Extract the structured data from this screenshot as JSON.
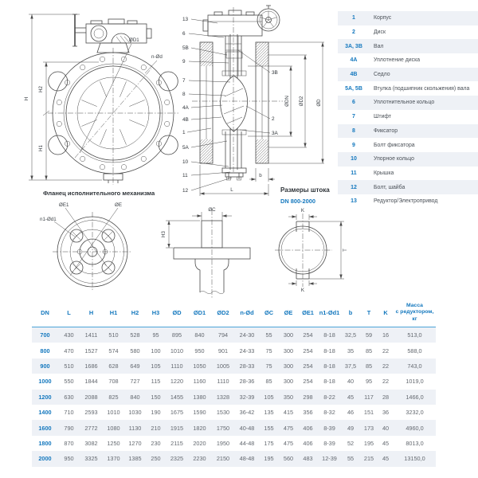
{
  "colors": {
    "accent_blue": "#1478be",
    "row_alt_bg": "#eef1f6",
    "header_underline": "#4aa4d8",
    "cell_text": "#63686f",
    "line": "#4a4a4a"
  },
  "front_view": {
    "dims": {
      "h": "H",
      "h1": "H1",
      "h2": "H2"
    },
    "labels": {
      "d1": "ØD1",
      "nd": "n-Ød"
    }
  },
  "section_view": {
    "callouts_left": [
      "13",
      "6",
      "5В",
      "9",
      "7",
      "8",
      "4А",
      "4В",
      "1",
      "5А",
      "10",
      "11",
      "12"
    ],
    "callouts_right": [
      "3В",
      "2",
      "3А"
    ],
    "dims": {
      "dn": "ØDN",
      "d2": "ØD2",
      "d": "ØD",
      "b": "b",
      "l": "L"
    }
  },
  "actuator_flange": {
    "title": "Фланец исполнительного механизма",
    "labels": {
      "e1": "ØE1",
      "e": "ØE",
      "n1d1": "n1-Ød1"
    }
  },
  "stem": {
    "heading": "Размеры штока",
    "range": "DN 800-2000",
    "labels": {
      "c": "ØC",
      "h3": "H3",
      "k": "K",
      "t": "T"
    }
  },
  "legend": {
    "items": [
      {
        "num": "1",
        "label": "Корпус"
      },
      {
        "num": "2",
        "label": "Диск"
      },
      {
        "num": "3А, 3В",
        "label": "Вал"
      },
      {
        "num": "4А",
        "label": "Уплотнение диска"
      },
      {
        "num": "4В",
        "label": "Седло"
      },
      {
        "num": "5А, 5В",
        "label": "Втулка (подшипник скольжения) вала"
      },
      {
        "num": "6",
        "label": "Уплотнительное кольцо"
      },
      {
        "num": "7",
        "label": "Штифт"
      },
      {
        "num": "8",
        "label": "Фиксатор"
      },
      {
        "num": "9",
        "label": "Болт фиксатора"
      },
      {
        "num": "10",
        "label": "Упорное кольцо"
      },
      {
        "num": "11",
        "label": "Крышка"
      },
      {
        "num": "12",
        "label": "Болт, шайба"
      },
      {
        "num": "13",
        "label": "Редуктор/Электропривод"
      }
    ]
  },
  "table": {
    "headers": [
      "DN",
      "L",
      "H",
      "H1",
      "H2",
      "H3",
      "ØD",
      "ØD1",
      "ØD2",
      "n-Ød",
      "ØC",
      "ØE",
      "ØE1",
      "n1-Ød1",
      "b",
      "T",
      "K",
      "Масса\nс редуктором,\nкг"
    ],
    "rows": [
      [
        "700",
        "430",
        "1411",
        "510",
        "528",
        "95",
        "895",
        "840",
        "794",
        "24-30",
        "55",
        "300",
        "254",
        "8-18",
        "32,5",
        "59",
        "16",
        "513,0"
      ],
      [
        "800",
        "470",
        "1527",
        "574",
        "580",
        "100",
        "1010",
        "950",
        "901",
        "24-33",
        "75",
        "300",
        "254",
        "8-18",
        "35",
        "85",
        "22",
        "588,0"
      ],
      [
        "900",
        "510",
        "1686",
        "628",
        "649",
        "105",
        "1110",
        "1050",
        "1005",
        "28-33",
        "75",
        "300",
        "254",
        "8-18",
        "37,5",
        "85",
        "22",
        "743,0"
      ],
      [
        "1000",
        "550",
        "1844",
        "708",
        "727",
        "115",
        "1220",
        "1160",
        "1110",
        "28-36",
        "85",
        "300",
        "254",
        "8-18",
        "40",
        "95",
        "22",
        "1019,0"
      ],
      [
        "1200",
        "630",
        "2088",
        "825",
        "840",
        "150",
        "1455",
        "1380",
        "1328",
        "32-39",
        "105",
        "350",
        "298",
        "8-22",
        "45",
        "117",
        "28",
        "1466,0"
      ],
      [
        "1400",
        "710",
        "2593",
        "1010",
        "1030",
        "190",
        "1675",
        "1590",
        "1530",
        "36-42",
        "135",
        "415",
        "356",
        "8-32",
        "46",
        "151",
        "36",
        "3232,0"
      ],
      [
        "1600",
        "790",
        "2772",
        "1080",
        "1130",
        "210",
        "1915",
        "1820",
        "1750",
        "40-48",
        "155",
        "475",
        "406",
        "8-39",
        "49",
        "173",
        "40",
        "4960,0"
      ],
      [
        "1800",
        "870",
        "3082",
        "1250",
        "1270",
        "230",
        "2115",
        "2020",
        "1950",
        "44-48",
        "175",
        "475",
        "406",
        "8-39",
        "52",
        "195",
        "45",
        "8013,0"
      ],
      [
        "2000",
        "950",
        "3325",
        "1370",
        "1385",
        "250",
        "2325",
        "2230",
        "2150",
        "48-48",
        "195",
        "560",
        "483",
        "12-39",
        "55",
        "215",
        "45",
        "13150,0"
      ]
    ]
  }
}
